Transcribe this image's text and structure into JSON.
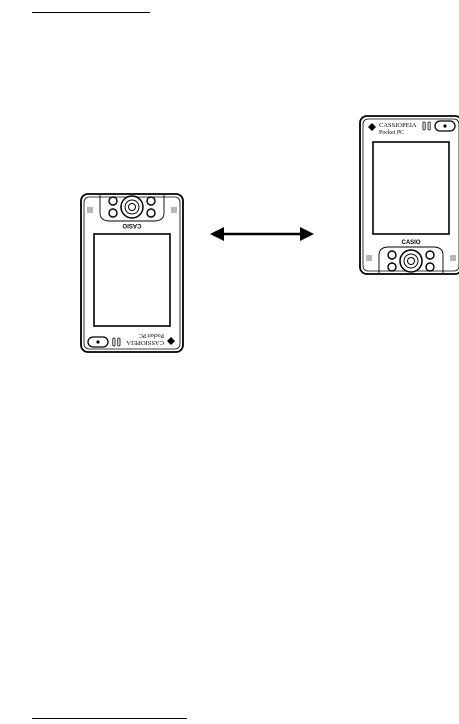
{
  "device_right": {
    "model_line1": "CASSIOPEIA",
    "model_line2": "Pocket PC",
    "brand": "CASIO"
  },
  "device_left": {
    "model_line1": "CASSIOPEIA",
    "model_line2": "Pocket PC",
    "brand": "CASIO"
  },
  "arrow": {
    "direction": "bidirectional"
  },
  "colors": {
    "ink": "#000000",
    "paper": "#ffffff"
  }
}
